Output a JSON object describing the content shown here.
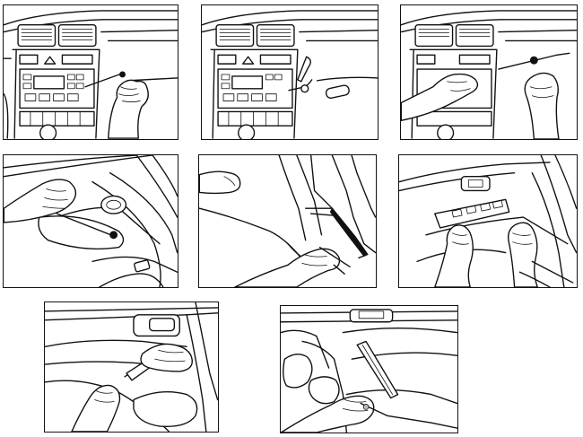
{
  "figure": {
    "panel_count": 8,
    "line_color": "#111111",
    "background_color": "#ffffff",
    "panels": [
      {
        "id": "p1",
        "scene": "dashboard-center-console-trim-removal"
      },
      {
        "id": "p2",
        "scene": "dashboard-center-console-pry-tool"
      },
      {
        "id": "p3",
        "scene": "dashboard-trim-panel-lift-both-hands"
      },
      {
        "id": "p4",
        "scene": "door-handle-trim-pry-tool"
      },
      {
        "id": "p5",
        "scene": "door-frame-seal-pry-tool"
      },
      {
        "id": "p6",
        "scene": "door-switch-panel-removal"
      },
      {
        "id": "p7",
        "scene": "door-card-armrest-pry-tool"
      },
      {
        "id": "p8",
        "scene": "door-pocket-trim-pry-tool"
      }
    ]
  }
}
